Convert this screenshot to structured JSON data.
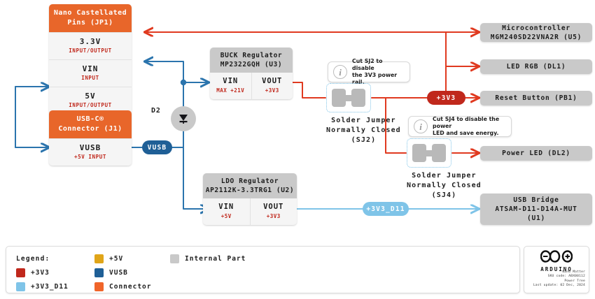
{
  "colors": {
    "v3v3": "#c0281c",
    "v5v": "#e0a519",
    "vusb": "#1f5f96",
    "v3v3_d11": "#7fc4e8",
    "internal": "#c9c9c9",
    "connector": "#e8662a"
  },
  "blocks": {
    "nano_pins": {
      "title": "Nano Castellated\nPins (JP1)",
      "title_line1": "Nano Castellated",
      "title_line2": "Pins (JP1)",
      "rows": [
        {
          "name": "3.3V",
          "sub": "INPUT/OUTPUT"
        },
        {
          "name": "VIN",
          "sub": "INPUT"
        },
        {
          "name": "5V",
          "sub": "INPUT/OUTPUT"
        }
      ]
    },
    "usb_c": {
      "title_line1": "USB-C®",
      "title_line2": "Connector (J1)",
      "rows": [
        {
          "name": "VUSB",
          "sub": "+5V INPUT"
        }
      ]
    },
    "buck": {
      "title_line1": "BUCK Regulator",
      "title_line2": "MP2322GQH (U3)",
      "pins": [
        {
          "name": "VIN",
          "sub": "MAX +21V"
        },
        {
          "name": "VOUT",
          "sub": "+3V3"
        }
      ]
    },
    "ldo": {
      "title_line1": "LDO Regulator",
      "title_line2": "AP2112K-3.3TRG1 (U2)",
      "pins": [
        {
          "name": "VIN",
          "sub": "+5V"
        },
        {
          "name": "VOUT",
          "sub": "+3V3"
        }
      ]
    },
    "microcontroller": {
      "line1": "Microcontroller",
      "line2": "MGM240SD22VNA2R (U5)"
    },
    "led_rgb": {
      "line1": "LED RGB (DL1)"
    },
    "reset_button": {
      "line1": "Reset Button (PB1)"
    },
    "power_led": {
      "line1": "Power LED (DL2)"
    },
    "usb_bridge": {
      "line1": "USB Bridge",
      "line2": "ATSAM-D11-D14A-MUT",
      "line3": "(U1)"
    }
  },
  "jumpers": {
    "sj2": {
      "cap_line1": "Solder Jumper",
      "cap_line2": "Normally Closed",
      "cap_line3": "(SJ2)"
    },
    "sj4": {
      "cap_line1": "Solder Jumper",
      "cap_line2": "Normally Closed",
      "cap_line3": "(SJ4)"
    }
  },
  "callouts": {
    "sj2_info": {
      "line1": "Cut SJ2 to disable",
      "line2": "the 3V3 power rail.",
      "icon": "info-icon"
    },
    "sj4_info": {
      "line1": "Cut SJ4 to disable the power",
      "line2": "LED and save energy.",
      "icon": "info-icon"
    }
  },
  "net_labels": {
    "vusb": "VUSB",
    "v3v3": "+3V3",
    "v3v3_d11": "+3V3_D11"
  },
  "diode": {
    "label": "D2"
  },
  "legend": {
    "title": "Legend:",
    "items": [
      {
        "label": "+3V3",
        "color": "#c0281c"
      },
      {
        "label": "+3V3_D11",
        "color": "#7fc4e8"
      },
      {
        "label": "+5V",
        "color": "#e0a519"
      },
      {
        "label": "VUSB",
        "color": "#1f5f96"
      },
      {
        "label": "Connector",
        "color": "#f0652a"
      },
      {
        "label": "Internal Part",
        "color": "#c9c9c9"
      }
    ]
  },
  "arduino": {
    "brand": "ARDUINO",
    "meta_line1": "Nano Matter",
    "meta_line2": "SKU code: ABX00112",
    "meta_line3": "Power Tree",
    "meta_line4": "Last update: 02 Dec, 2024"
  }
}
